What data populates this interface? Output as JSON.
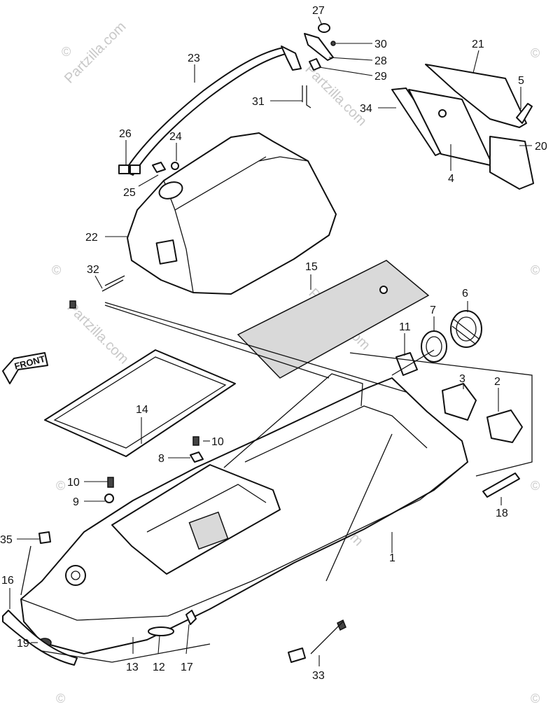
{
  "watermark": {
    "text": "Partzilla.com",
    "copyright": "©"
  },
  "front_label": "FRONT",
  "callouts": [
    "27",
    "30",
    "28",
    "29",
    "23",
    "21",
    "5",
    "31",
    "34",
    "26",
    "24",
    "20",
    "25",
    "4",
    "22",
    "15",
    "32",
    "6",
    "7",
    "11",
    "3",
    "2",
    "14",
    "10",
    "8",
    "10",
    "9",
    "18",
    "35",
    "1",
    "16",
    "19",
    "13",
    "12",
    "17",
    "33"
  ]
}
